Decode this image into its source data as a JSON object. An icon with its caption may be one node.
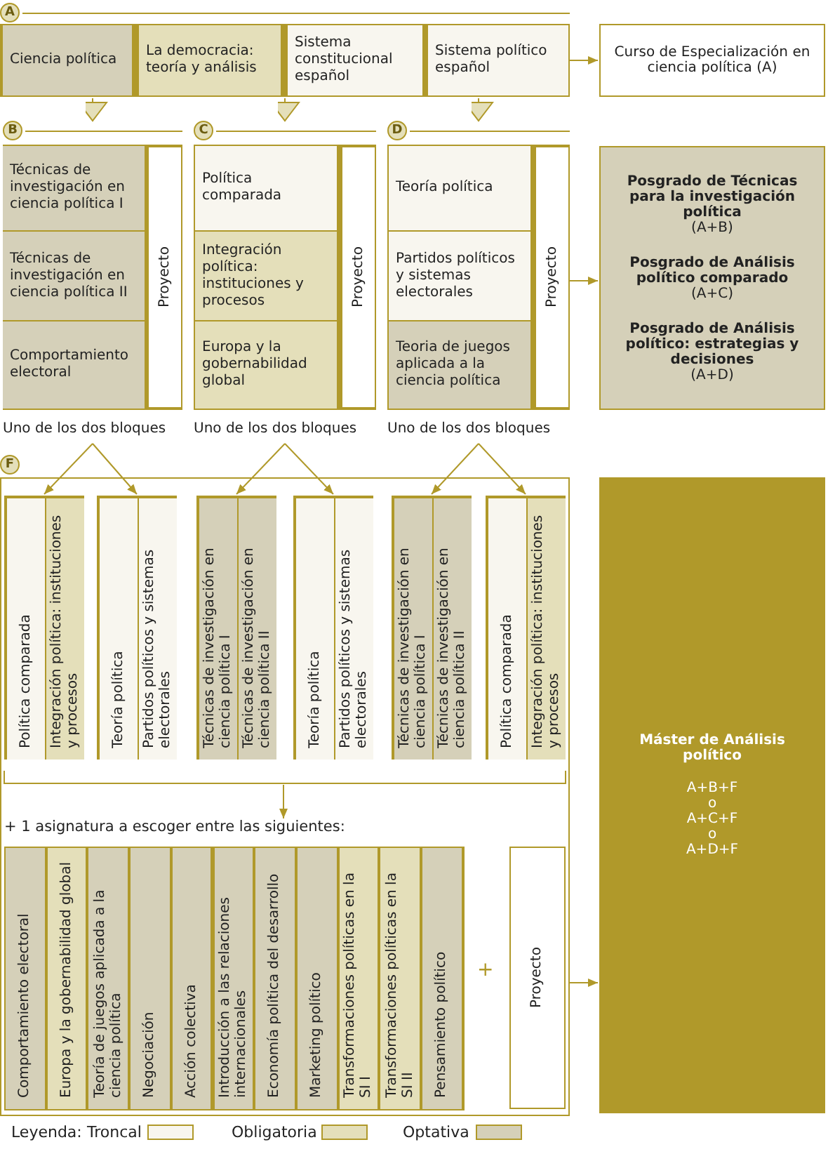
{
  "diagram": {
    "nodes": [
      {
        "text": [
          "A"
        ]
      },
      {
        "text": [
          "Ciencia política"
        ],
        "in": 0
      },
      {
        "text": [
          "La democracia: teoría y análisis"
        ],
        "in": 0
      },
      {
        "text": [
          "Sistema constitucional español"
        ],
        "in": 0
      },
      {
        "text": [
          "Sistema político español"
        ],
        "in": 0
      },
      {
        "text": [
          "Curso de Especialización en ciencia política (A)"
        ]
      },
      {
        "text": [
          "B"
        ]
      },
      {
        "text": [
          "Técnicas de investigación en ciencia política I"
        ],
        "in": 6
      },
      {
        "text": [
          "Técnicas de investigación en ciencia política II"
        ],
        "in": 6
      },
      {
        "text": [
          "Comportamiento electoral"
        ],
        "in": 6
      },
      {
        "text": [
          "Proyecto"
        ],
        "in": 6
      },
      {
        "text": [
          "C"
        ]
      },
      {
        "text": [
          "Política comparada"
        ],
        "in": 11
      },
      {
        "text": [
          "Integración política: instituciones y procesos"
        ],
        "in": 11
      },
      {
        "text": [
          "Europa y la gobernabilidad global"
        ],
        "in": 11
      },
      {
        "text": [
          "Proyecto"
        ],
        "in": 11
      },
      {
        "text": [
          "D"
        ]
      },
      {
        "text": [
          "Teoría política"
        ],
        "in": 16
      },
      {
        "text": [
          "Partidos políticos y sistemas electorales"
        ],
        "in": 16
      },
      {
        "text": [
          "Teoria de juegos aplicada a la ciencia política"
        ],
        "in": 16
      },
      {
        "text": [
          "Proyecto"
        ],
        "in": 16
      },
      {
        "text": [
          "Posgrado de Técnicas para la investigación política",
          "(A+B)",
          "Posgrado de Análisis político comparado",
          "(A+C)",
          "Posgrado de Análisis político: estrategias y decisiones",
          "(A+D)"
        ]
      },
      {
        "text": [
          "Uno de los dos bloques"
        ]
      },
      {
        "text": [
          "Uno de los dos bloques"
        ]
      },
      {
        "text": [
          "Uno de los dos bloques"
        ]
      },
      {
        "text": [
          "F"
        ]
      },
      {
        "text": [],
        "shape": "box",
        "in": 25
      },
      {
        "text": [
          "Política comparada"
        ],
        "in": 26
      },
      {
        "text": [
          "Integración política: instituciones y procesos"
        ],
        "in": 26
      },
      {
        "text": [],
        "shape": "box",
        "in": 25
      },
      {
        "text": [
          "Teoría política"
        ],
        "in": 29
      },
      {
        "text": [
          "Partidos políticos y sistemas electorales"
        ],
        "in": 29
      },
      {
        "text": [],
        "shape": "box",
        "in": 25
      },
      {
        "text": [
          "Técnicas de investigación en ciencia política I"
        ],
        "in": 32
      },
      {
        "text": [
          "Técnicas de investigación en ciencia política II"
        ],
        "in": 32
      },
      {
        "text": [],
        "shape": "box",
        "in": 25
      },
      {
        "text": [
          "Teoría política"
        ],
        "in": 35
      },
      {
        "text": [
          "Partidos políticos y sistemas electorales"
        ],
        "in": 35
      },
      {
        "text": [],
        "shape": "box",
        "in": 25
      },
      {
        "text": [
          "Técnicas de investigación en ciencia política I"
        ],
        "in": 38
      },
      {
        "text": [
          "Técnicas de investigación en ciencia política II"
        ],
        "in": 38
      },
      {
        "text": [],
        "shape": "box",
        "in": 25
      },
      {
        "text": [
          "Política comparada"
        ],
        "in": 41
      },
      {
        "text": [
          "Integración política: instituciones y procesos"
        ],
        "in": 41
      },
      {
        "text": [
          "+ 1 asignatura a escoger entre las siguientes:"
        ],
        "in": 25
      },
      {
        "text": [
          "Comportamiento electoral"
        ],
        "in": 44
      },
      {
        "text": [
          "Europa y la gobernabilidad global"
        ],
        "in": 44
      },
      {
        "text": [
          "Teoría de juegos aplicada a la ciencia política"
        ],
        "in": 44
      },
      {
        "text": [
          "Negociación"
        ],
        "in": 44
      },
      {
        "text": [
          "Acción colectiva"
        ],
        "in": 44
      },
      {
        "text": [
          "Introducción a las relaciones internacionales"
        ],
        "in": 44
      },
      {
        "text": [
          "Economía política del desarrollo"
        ],
        "in": 44
      },
      {
        "text": [
          "Marketing político"
        ],
        "in": 44
      },
      {
        "text": [
          "Transformaciones políticas en la SI I"
        ],
        "in": 44
      },
      {
        "text": [
          "Transformaciones políticas en la SI II"
        ],
        "in": 44
      },
      {
        "text": [
          "Pensamiento político"
        ],
        "in": 44
      },
      {
        "text": [
          "Proyecto"
        ],
        "in": 25
      },
      {
        "text": [
          "Máster de Análisis político",
          "A+B+F",
          "o",
          "A+C+F",
          "o",
          "A+D+F"
        ]
      }
    ],
    "edges": [
      {
        "from": 0,
        "to": 5,
        "arrow": "to"
      },
      {
        "from": 0,
        "to": 6,
        "arrow": "to"
      },
      {
        "from": 0,
        "to": 11,
        "arrow": "to"
      },
      {
        "from": 0,
        "to": 16,
        "arrow": "to"
      },
      {
        "from": 16,
        "to": 21,
        "arrow": "to"
      },
      {
        "from": 22,
        "to": 26,
        "arrow": "to"
      },
      {
        "from": 22,
        "to": 29,
        "arrow": "to"
      },
      {
        "from": 23,
        "to": 32,
        "arrow": "to"
      },
      {
        "from": 23,
        "to": 35,
        "arrow": "to"
      },
      {
        "from": 24,
        "to": 38,
        "arrow": "to"
      },
      {
        "from": 24,
        "to": 41,
        "arrow": "to"
      },
      {
        "from": null,
        "to": 44,
        "arrow": "to"
      },
      {
        "from": 25,
        "to": 57,
        "arrow": "to"
      }
    ],
    "labels": [
      "+",
      "Leyenda:"
    ],
    "legend": [
      {
        "text": "Troncal",
        "color": "#f8f6ef"
      },
      {
        "text": "Obligatoria",
        "color": "#e4dfba"
      },
      {
        "text": "Optativa",
        "color": "#d5d0b9"
      }
    ]
  }
}
